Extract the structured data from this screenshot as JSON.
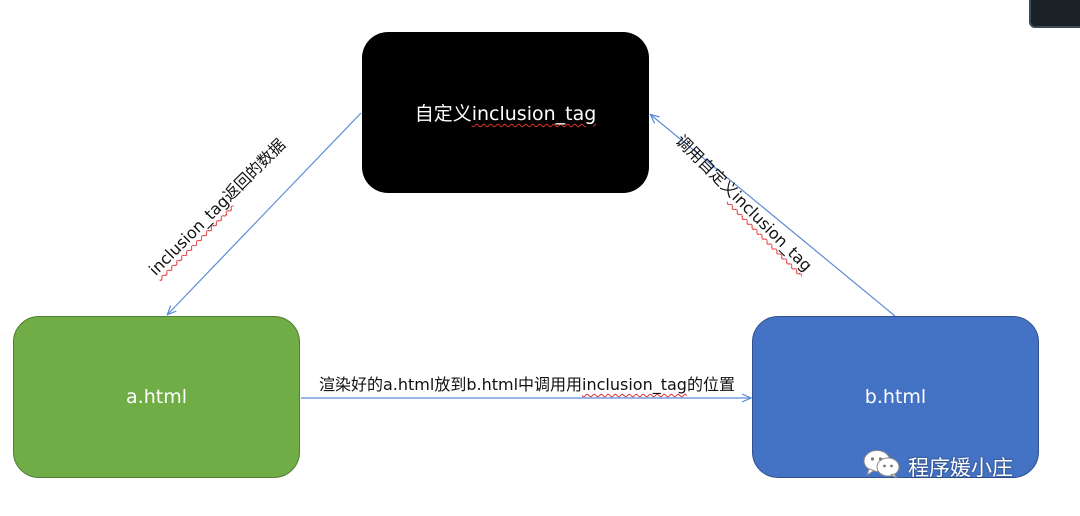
{
  "nodes": {
    "custom_tag": {
      "text_prefix": "自定义",
      "text_code": "inclusion_tag",
      "color": "#000000"
    },
    "a_html": {
      "label": "a.html",
      "color": "#70ad47"
    },
    "b_html": {
      "label": "b.html",
      "color": "#4472c4"
    }
  },
  "edges": {
    "custom_to_a": {
      "text_code": "inclusion_tag",
      "text_suffix": "返回的数据"
    },
    "b_to_custom": {
      "text_prefix": "调用自定义",
      "text_code": "inclusion_tag"
    },
    "a_to_b": {
      "text_prefix": "渲染好的a.html放到b.html中调用用",
      "text_code": "inclusion_tag",
      "text_suffix": "的位置"
    }
  },
  "edge_color": "#5b8bd6",
  "watermark": {
    "icon": "wechat-icon",
    "text": "程序媛小庄"
  }
}
